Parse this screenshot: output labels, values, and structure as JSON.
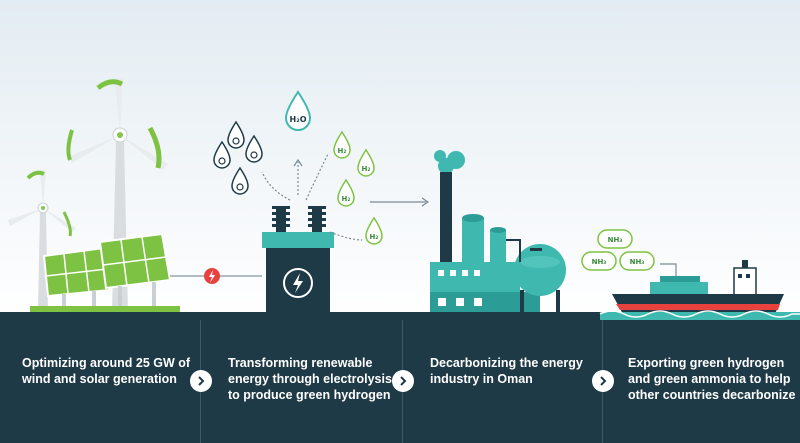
{
  "steps": [
    {
      "line1": "Optimizing around 25 GW of",
      "line2": "wind and solar generation",
      "line3": ""
    },
    {
      "line1": "Transforming renewable",
      "line2": "energy through electrolysis",
      "line3": "to produce green hydrogen"
    },
    {
      "line1": "Decarbonizing the energy",
      "line2": "industry in Oman",
      "line3": ""
    },
    {
      "line1": "Exporting green hydrogen",
      "line2": "and green ammonia to help",
      "line3": "other countries decarbonize"
    }
  ],
  "labels": {
    "water": "H₂O",
    "hydrogen": "H₂",
    "ammonia": "NH₃"
  },
  "colors": {
    "panel": "#1f3a47",
    "green": "#7dc242",
    "teal": "#3fb8b0",
    "dark": "#1f3a47",
    "red": "#e8423f"
  },
  "icons": [
    "wind-turbine-icon",
    "solar-panel-icon",
    "lightning-icon",
    "electrolyzer-icon",
    "refinery-icon",
    "ship-icon",
    "chevron-right-icon"
  ]
}
